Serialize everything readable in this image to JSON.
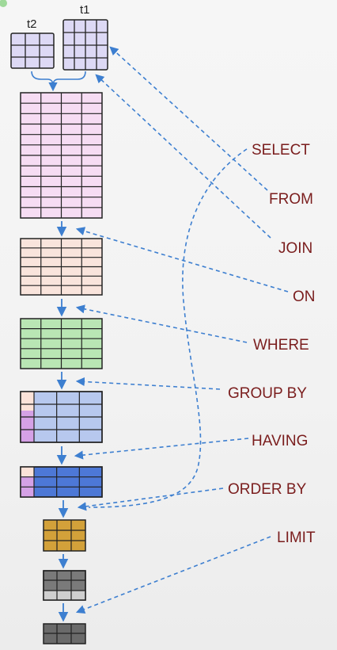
{
  "tables": {
    "t2_label": "t2",
    "t1_label": "t1"
  },
  "clauses": [
    "SELECT",
    "FROM",
    "JOIN",
    "ON",
    "WHERE",
    "GROUP BY",
    "HAVING",
    "ORDER BY",
    "LIMIT"
  ],
  "colors": {
    "source_tables": "#ddd9f5",
    "join_result": "#f6dcf3",
    "on_result": "#f9e4dc",
    "where_result": "#b9e6b4",
    "group_by_result": "#b7c8ee",
    "group_key": "#d5a1e6",
    "group_key_alt": "#fbe2d8",
    "having_result": "#4d78d6",
    "order_by_result": "#d3a13a",
    "limit_input": "#7a7a7a",
    "limit_output": "#6a6a6a",
    "arrow": "#3d7fd0",
    "clause_text": "#7a1d1d"
  }
}
